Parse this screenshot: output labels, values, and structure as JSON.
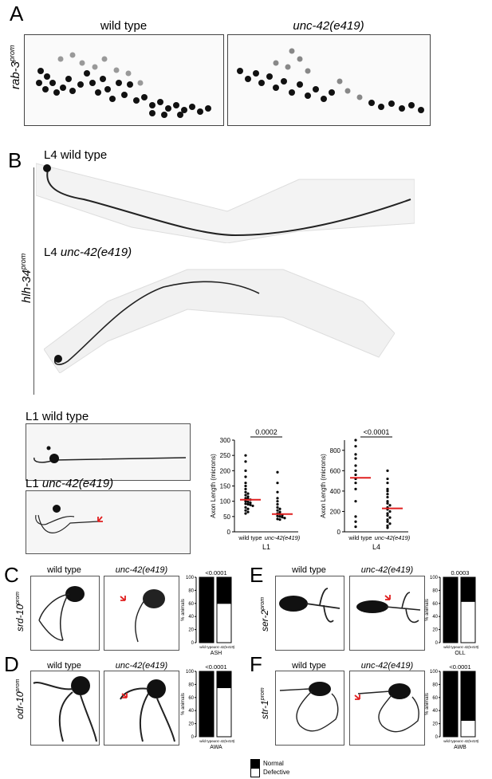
{
  "panelA": {
    "label": "A",
    "marker": "rab-3",
    "marker_sup": "prom",
    "col_wt": "wild type",
    "col_mut": "unc-42(e419)"
  },
  "panelB": {
    "label": "B",
    "marker": "hlh-34",
    "marker_sup": "prom",
    "l4_wt": "L4 wild type",
    "l4_mut_prefix": "L4 ",
    "l4_mut_gene": "unc-42(e419)",
    "l1_wt": "L1 wild type",
    "l1_mut_prefix": "L1 ",
    "l1_mut_gene": "unc-42(e419)"
  },
  "panelC": {
    "label": "C",
    "marker": "srd-10",
    "marker_sup": "prom",
    "col_wt": "wild type",
    "col_mut": "unc-42(e419)"
  },
  "panelD": {
    "label": "D",
    "marker": "odr-10",
    "marker_sup": "prom",
    "col_wt": "wild type",
    "col_mut": "unc-42(e419)"
  },
  "panelE": {
    "label": "E",
    "marker": "ser-2",
    "marker_sup": "prom",
    "col_wt": "wild type",
    "col_mut": "unc-42(e419)"
  },
  "panelF": {
    "label": "F",
    "marker": "str-1",
    "marker_sup": "prom",
    "col_wt": "wild type",
    "col_mut": "unc-42(e419)"
  },
  "legend": {
    "normal": "Normal",
    "defective": "Defective",
    "normal_color": "#000000",
    "defective_color": "#ffffff"
  },
  "chart_data": [
    {
      "type": "scatter",
      "title": "L1",
      "ylabel": "Axon Length (microns)",
      "categories": [
        "wild type",
        "unc-42(e419)"
      ],
      "ylim": [
        0,
        300
      ],
      "yticks": [
        0,
        50,
        100,
        150,
        200,
        250,
        300
      ],
      "pvalue": "0.0002",
      "means": [
        105,
        58
      ],
      "mean_color": "#e02020",
      "points": [
        [
          250,
          230,
          200,
          180,
          160,
          150,
          140,
          130,
          125,
          120,
          115,
          110,
          108,
          105,
          100,
          98,
          95,
          92,
          90,
          88,
          85,
          80,
          75,
          70,
          65,
          60
        ],
        [
          195,
          160,
          130,
          110,
          100,
          90,
          80,
          75,
          70,
          65,
          60,
          58,
          55,
          52,
          50,
          48,
          45,
          42,
          40
        ]
      ]
    },
    {
      "type": "scatter",
      "title": "L4",
      "ylabel": "Axon Length (microns)",
      "categories": [
        "wild type",
        "unc-42(e419)"
      ],
      "ylim": [
        0,
        900
      ],
      "yticks": [
        0,
        200,
        400,
        600,
        800
      ],
      "pvalue": "<0.0001",
      "means": [
        530,
        230
      ],
      "mean_color": "#e02020",
      "points": [
        [
          900,
          840,
          760,
          720,
          650,
          600,
          560,
          520,
          480,
          420,
          300,
          150,
          100,
          50
        ],
        [
          600,
          520,
          480,
          420,
          400,
          370,
          340,
          300,
          280,
          260,
          240,
          220,
          200,
          180,
          160,
          140,
          120,
          100,
          80,
          60,
          40
        ]
      ]
    },
    {
      "type": "bar",
      "stacked": true,
      "title": "ASH",
      "ylabel": "% animals",
      "categories": [
        "wild type",
        "unc-42(e419)"
      ],
      "ylim": [
        0,
        100
      ],
      "yticks": [
        0,
        20,
        40,
        60,
        80,
        100
      ],
      "pvalue": "<0.0001",
      "series": [
        {
          "name": "Normal",
          "values": [
            100,
            40
          ]
        },
        {
          "name": "Defective",
          "values": [
            0,
            60
          ]
        }
      ]
    },
    {
      "type": "bar",
      "stacked": true,
      "title": "AWA",
      "ylabel": "% animals",
      "categories": [
        "wild type",
        "unc-42(e419)"
      ],
      "ylim": [
        0,
        100
      ],
      "yticks": [
        0,
        20,
        40,
        60,
        80,
        100
      ],
      "pvalue": "<0.0001",
      "series": [
        {
          "name": "Normal",
          "values": [
            100,
            25
          ]
        },
        {
          "name": "Defective",
          "values": [
            0,
            75
          ]
        }
      ]
    },
    {
      "type": "bar",
      "stacked": true,
      "title": "OLL",
      "ylabel": "% animals",
      "categories": [
        "wild type",
        "unc-42(e419)"
      ],
      "ylim": [
        0,
        100
      ],
      "yticks": [
        0,
        20,
        40,
        60,
        80,
        100
      ],
      "pvalue": "0.0003",
      "series": [
        {
          "name": "Normal",
          "values": [
            100,
            37
          ]
        },
        {
          "name": "Defective",
          "values": [
            0,
            63
          ]
        }
      ]
    },
    {
      "type": "bar",
      "stacked": true,
      "title": "AWB",
      "ylabel": "% animals",
      "categories": [
        "wild type",
        "unc-42(e419)"
      ],
      "ylim": [
        0,
        100
      ],
      "yticks": [
        0,
        20,
        40,
        60,
        80,
        100
      ],
      "pvalue": "<0.0001",
      "series": [
        {
          "name": "Normal",
          "values": [
            100,
            75
          ]
        },
        {
          "name": "Defective",
          "values": [
            0,
            25
          ]
        }
      ]
    }
  ]
}
